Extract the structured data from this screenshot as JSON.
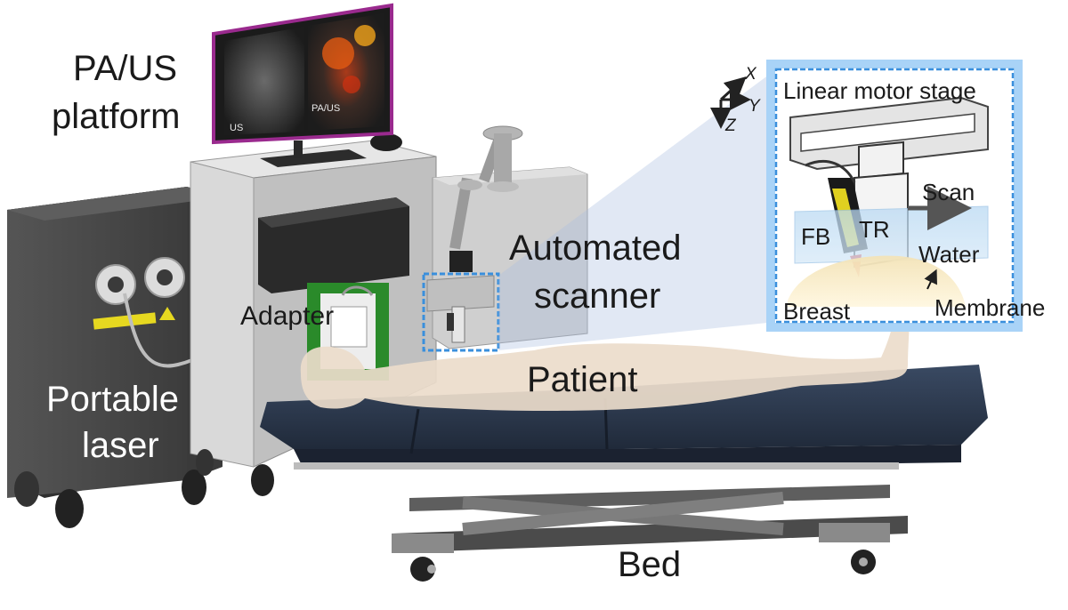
{
  "labels": {
    "pa_us_platform": [
      "PA/US",
      "platform"
    ],
    "portable_laser": [
      "Portable",
      "laser"
    ],
    "adapter": "Adapter",
    "automated_scanner": [
      "Automated",
      "scanner"
    ],
    "patient": "Patient",
    "bed": "Bed"
  },
  "monitor": {
    "left_panel": "US",
    "right_panel": "PA/US"
  },
  "inset": {
    "title": "Linear motor stage",
    "scan": "Scan",
    "fb": "FB",
    "tr": "TR",
    "water": "Water",
    "breast": "Breast",
    "membrane": "Membrane"
  },
  "axes": {
    "x": "X",
    "y": "Y",
    "z": "Z"
  },
  "colors": {
    "laser_body": "#4a4a4a",
    "cart_body": "#c9c9c9",
    "mattress": "#2d3a4f",
    "bed_frame": "#595959",
    "patient_skin": "#ecdccb",
    "inset_border": "#3a8fdc",
    "inset_glow": "#a9d3f7",
    "adapter_green": "#2a8a2a",
    "warning_yellow": "#e6d820",
    "laser_button": "#cc1111"
  }
}
